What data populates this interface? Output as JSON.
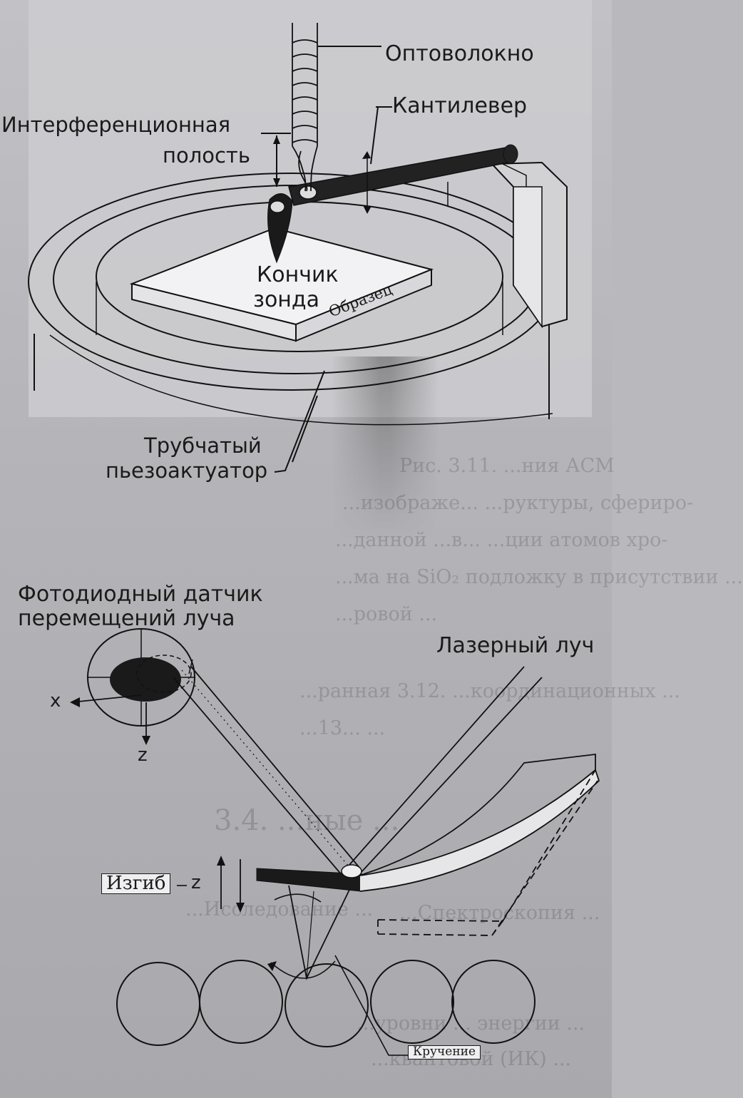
{
  "afm_diagram": {
    "labels": {
      "optical_fiber": "Оптоволокно",
      "cantilever": "Кантилевер",
      "interference_cavity_line1": "Интерференционная",
      "interference_cavity_line2": "полость",
      "probe_tip_line1": "Кончик",
      "probe_tip_line2": "зонда",
      "sample": "Образец",
      "piezo_tube_line1": "Трубчатый",
      "piezo_tube_line2": "пьезоактуатор"
    }
  },
  "beam_deflection_diagram": {
    "labels": {
      "photodiode_line1": "Фотодиодный датчик",
      "photodiode_line2": "перемещений луча",
      "laser_beam": "Лазерный луч",
      "axis_x": "x",
      "axis_z": "z",
      "bend": "Изгиб",
      "bend_axis": "z",
      "torsion": "Кручение"
    }
  },
  "background_bleed_text": [
    "Рис. 3.11. ...ния АСМ",
    "...изображе... ...руктуры, сфериро-",
    "...данной ...в... ...ции атомов хро-",
    "...ма на SiO₂ подложку в присутствии ...",
    "...ровой ...",
    "...ранная 3.12. ...координационных ...",
    "...13... ...",
    "3.4. ...ные ...",
    "...Исследование ...",
    "...Спектроскопия ...",
    "...уровни ... энергии ...",
    "...квантовой (ИК) ..."
  ]
}
